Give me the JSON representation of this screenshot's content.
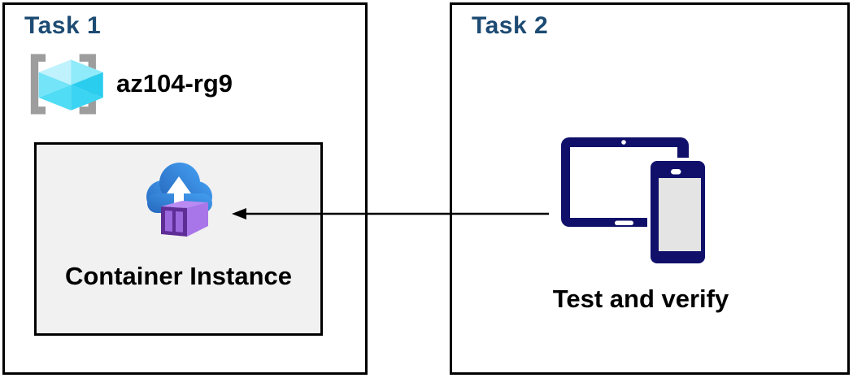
{
  "task1": {
    "title": "Task 1",
    "resource_group_name": "az104-rg9",
    "container_label": "Container Instance"
  },
  "task2": {
    "title": "Task 2",
    "label": "Test and verify"
  },
  "connector": {
    "type": "arrow",
    "direction": "right-to-left",
    "from": "devices-icon",
    "to": "container-instance-box"
  },
  "icons": {
    "resource_group": "azure-resource-group",
    "container_instance": "azure-container-instances",
    "devices": "tablet-and-phone"
  },
  "colors": {
    "task_title_blue": "#1d4b73",
    "panel_border": "#000000",
    "inner_box_bg": "#f1f1f1",
    "bracket_gray": "#9d9d9d",
    "cube_cyan_light": "#c0f2fd",
    "cube_cyan_dark": "#2acdee",
    "cloud_blue_dark": "#2668bd",
    "cloud_blue_light": "#449ff2",
    "container_purple_dark": "#5e2d96",
    "container_purple_panel": "#9c68dd",
    "container_purple_side": "#a876e8",
    "container_purple_top": "#ba8bf2",
    "device_navy": "#10106b",
    "phone_screen_gray": "#e4e4e4",
    "arrow_black": "#000000"
  }
}
